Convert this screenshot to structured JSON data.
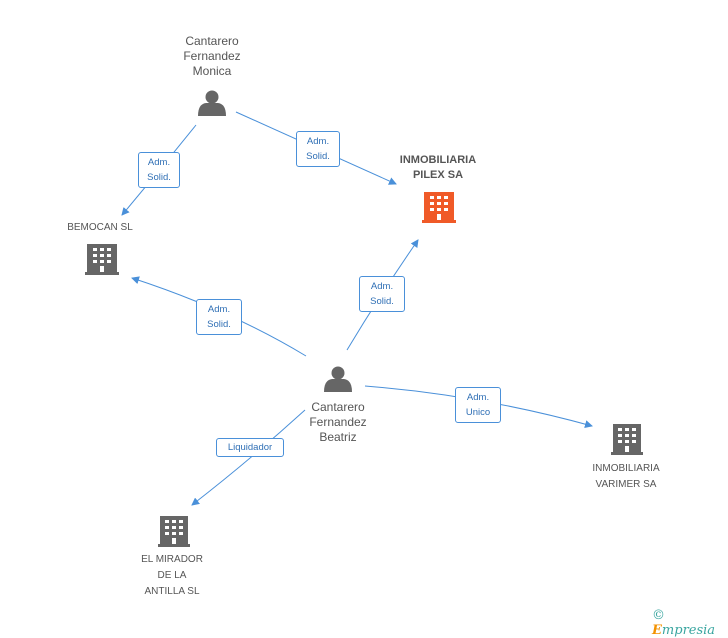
{
  "nodes": {
    "monica": {
      "label": "Cantarero\nFernandez\nMonica",
      "icon": "person-icon"
    },
    "beatriz": {
      "label": "Cantarero\nFernandez\nBeatriz",
      "icon": "person-icon"
    },
    "pilex": {
      "label": "INMOBILIARIA\nPILEX SA",
      "icon": "building-icon",
      "color": "#f05a28"
    },
    "bemocan": {
      "label": "BEMOCAN SL",
      "icon": "building-icon",
      "color": "#666666"
    },
    "varimer": {
      "label": "INMOBILIARIA\nVARIMER SA",
      "icon": "building-icon",
      "color": "#666666"
    },
    "mirador": {
      "label": "EL MIRADOR\nDE LA\nANTILLA SL",
      "icon": "building-icon",
      "color": "#666666"
    }
  },
  "edges": {
    "monica_bemocan": "Adm.\nSolid.",
    "monica_pilex": "Adm.\nSolid.",
    "beatriz_bemocan": "Adm.\nSolid.",
    "beatriz_pilex": "Adm.\nSolid.",
    "beatriz_varimer": "Adm.\nUnico",
    "beatriz_mirador": "Liquidador"
  },
  "colors": {
    "edge": "#4a90d9",
    "person": "#666666",
    "target": "#f05a28"
  },
  "footer": {
    "copyright": "©",
    "brand_initial": "E",
    "brand_rest": "mpresia"
  }
}
